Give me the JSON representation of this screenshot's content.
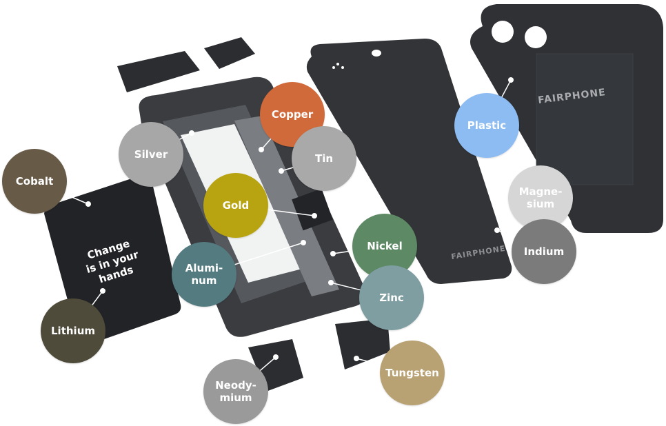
{
  "phone_texts": {
    "battery_slogan": "Change\nis in your\nhands",
    "front_brand": "FAIRPHONE",
    "back_brand": "FAIRPHONE"
  },
  "materials": [
    {
      "key": "cobalt",
      "label": "Cobalt",
      "color": "#675a47"
    },
    {
      "key": "silver",
      "label": "Silver",
      "color": "#a7a7a7"
    },
    {
      "key": "copper",
      "label": "Copper",
      "color": "#d06a3b"
    },
    {
      "key": "tin",
      "label": "Tin",
      "color": "#a9a9a9"
    },
    {
      "key": "gold",
      "label": "Gold",
      "color": "#b8a410"
    },
    {
      "key": "plastic",
      "label": "Plastic",
      "color": "#8cbcf2"
    },
    {
      "key": "magnesium",
      "label": "Magne-\nsium",
      "color": "#d6d6d6"
    },
    {
      "key": "indium",
      "label": "Indium",
      "color": "#7b7b7b"
    },
    {
      "key": "aluminum",
      "label": "Alumi-\nnum",
      "color": "#547b80"
    },
    {
      "key": "nickel",
      "label": "Nickel",
      "color": "#5d8a64"
    },
    {
      "key": "zinc",
      "label": "Zinc",
      "color": "#7f9ea2"
    },
    {
      "key": "lithium",
      "label": "Lithium",
      "color": "#4f4b3b"
    },
    {
      "key": "neodymium",
      "label": "Neody-\nmium",
      "color": "#9a9a9a"
    },
    {
      "key": "tungsten",
      "label": "Tungsten",
      "color": "#b8a172"
    }
  ]
}
